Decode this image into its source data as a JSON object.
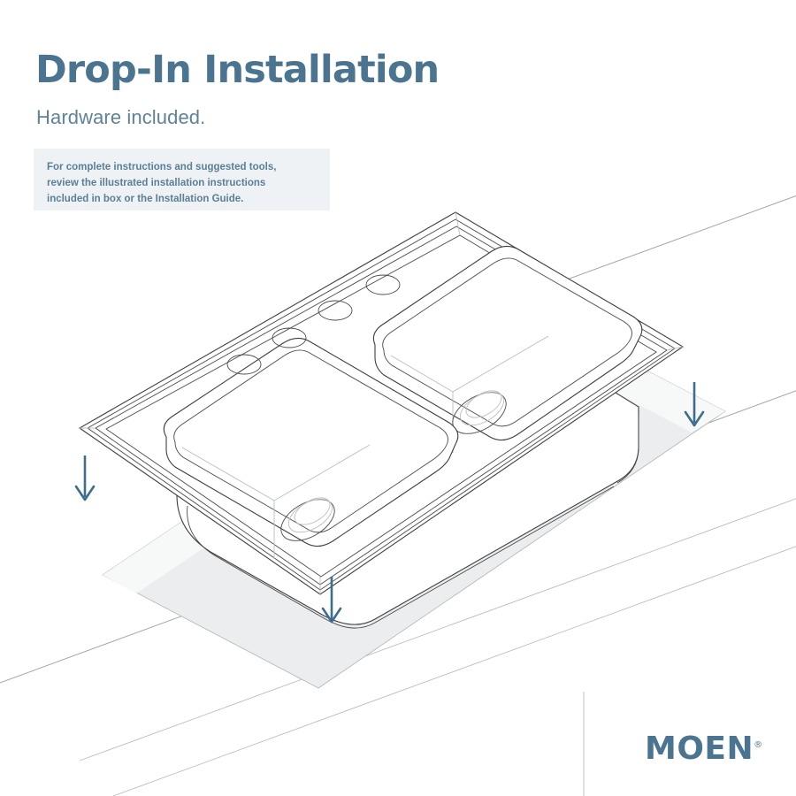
{
  "page": {
    "background_color": "#ffffff",
    "accent_color": "#4b7490",
    "line_color": "#3a3a3a",
    "panel_color": "#eef2f5"
  },
  "header": {
    "title": "Drop-In Installation",
    "subtitle": "Hardware included."
  },
  "info_panel": {
    "background_color": "#eef2f5",
    "text_color": "#5b7f96",
    "lines": [
      "For complete instructions and suggested tools,",
      "review the illustrated installation instructions",
      "included in box or the Installation Guide."
    ]
  },
  "illustration": {
    "subject": "drop-in double-bowl kitchen sink above countertop cutout",
    "faucet_hole_count": 4,
    "basin_count": 2,
    "arrows": [
      {
        "name": "arrow-left",
        "direction": "down",
        "color": "#3f6d8c"
      },
      {
        "name": "arrow-right",
        "direction": "down",
        "color": "#3f6d8c"
      },
      {
        "name": "arrow-bottom",
        "direction": "down",
        "color": "#3f6d8c"
      }
    ],
    "countertop": {
      "cutout_fill": "#ebedee",
      "surface_fill": "#fafbfb"
    }
  },
  "brand": {
    "name": "MOEN",
    "trademark": "®",
    "color": "#4b7490"
  }
}
